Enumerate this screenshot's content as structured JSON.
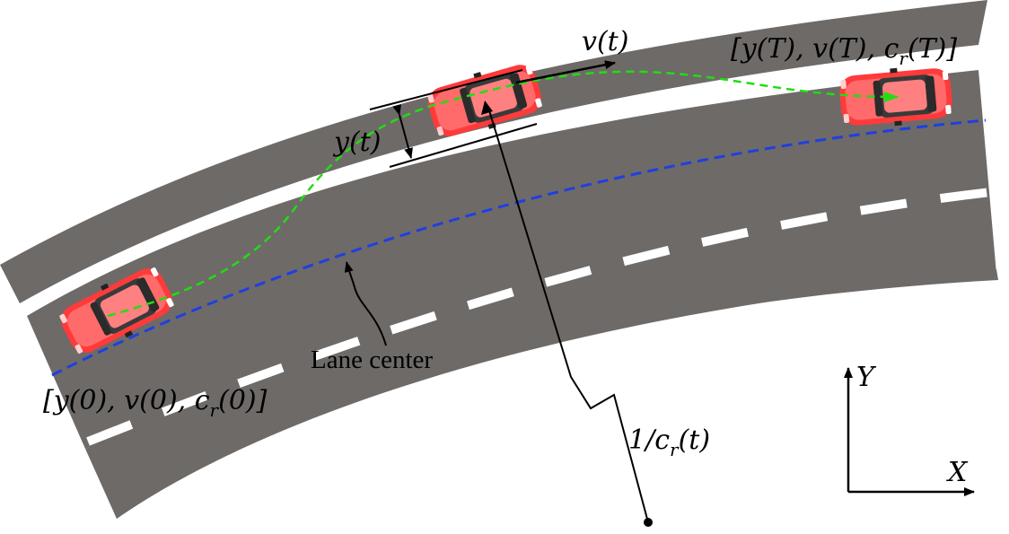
{
  "labels": {
    "velocity": "v(t)",
    "lateral_offset": "y(t)",
    "final_state": "[y(T), v(T), c",
    "final_state_sub": "r",
    "final_state_end": "(T)]",
    "initial_state": "[y(0), v(0), c",
    "initial_state_sub": "r",
    "initial_state_end": "(0)]",
    "lane_center": "Lane center",
    "radius": "1/c",
    "radius_sub": "r",
    "radius_end": "(t)",
    "axis_x": "X",
    "axis_y": "Y"
  },
  "colors": {
    "road": "#6e6a68",
    "lane_marking": "#ffffff",
    "lane_center_line": "#1f3fe0",
    "trajectory": "#22dd11",
    "car_body": "#ff3a3a",
    "annotation": "#000000"
  },
  "icons": {
    "car": "car-top-view-icon"
  }
}
